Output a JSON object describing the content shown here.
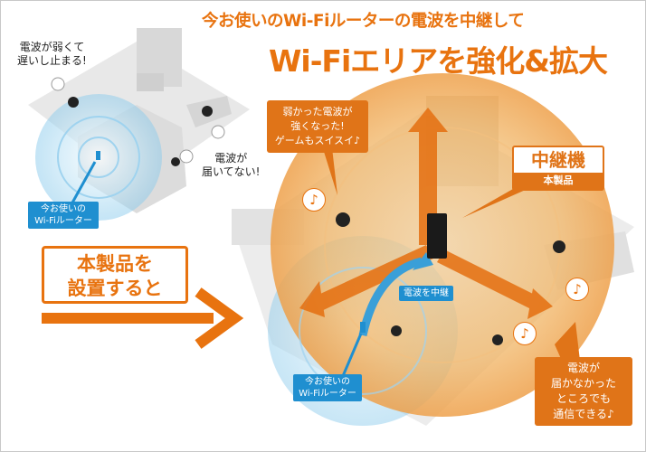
{
  "headline": {
    "line1": "今お使いのWi-Fiルーターの電波を中継して",
    "line2": "Wi-Fiエリアを強化&拡大"
  },
  "before": {
    "weak_signal_note": "電波が弱くて\n遅いし止まる!",
    "no_signal_note": "電波が\n届いてない!",
    "router_label": "今お使いの\nWi-Fiルーター"
  },
  "transition": {
    "install_label": "本製品を\n設置すると"
  },
  "after": {
    "improved_note": "弱かった電波が\n強くなった!\nゲームもスイスイ♪",
    "repeater_title": "中継機",
    "repeater_subtitle": "本製品",
    "relay_label": "電波を中継",
    "router_label": "今お使いの\nWi-Fiルーター",
    "reach_note": "電波が\n届かなかった\nところでも\n通信できる♪",
    "music_note": "♪"
  },
  "colors": {
    "orange": "#e8730f",
    "blue": "#1f8fd0",
    "floor": "#e6e6e6"
  }
}
